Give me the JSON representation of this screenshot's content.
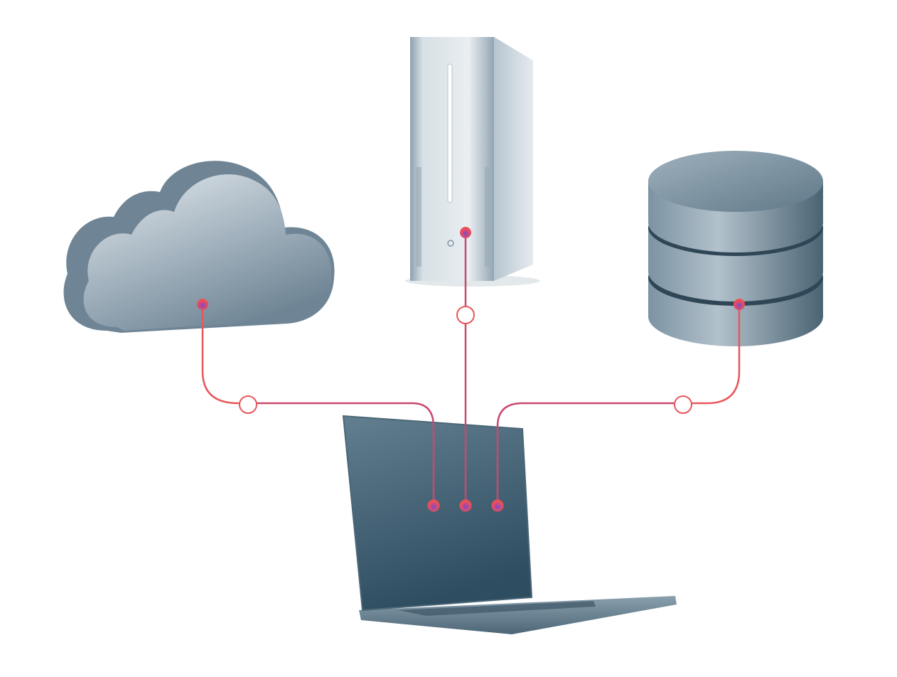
{
  "diagram": {
    "nodes": [
      {
        "id": "cloud",
        "icon": "cloud-icon"
      },
      {
        "id": "server",
        "icon": "server-tower-icon"
      },
      {
        "id": "database",
        "icon": "database-icon"
      },
      {
        "id": "laptop",
        "icon": "laptop-icon"
      }
    ],
    "connections": [
      {
        "from": "cloud",
        "to": "laptop"
      },
      {
        "from": "server",
        "to": "laptop"
      },
      {
        "from": "database",
        "to": "laptop"
      }
    ],
    "colors": {
      "background": "#ffffff",
      "connector_line": "#e8565a",
      "connector_line_near_laptop": "#c9496e",
      "connector_dot": "#f2504f",
      "connector_dot_core": "#6a4fd0",
      "metal_light": "#c9d3da",
      "metal_dark": "#4b6577",
      "laptop_screen": "#3f5d70"
    }
  }
}
